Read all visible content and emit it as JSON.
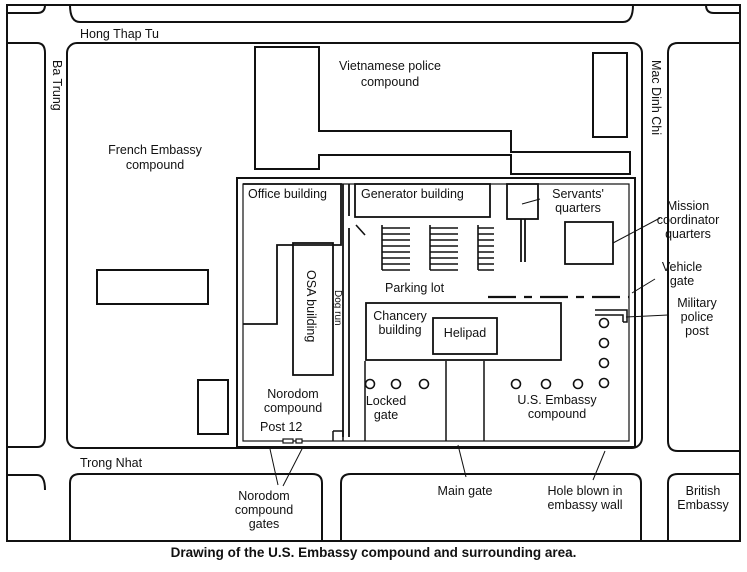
{
  "streets": {
    "north": "Hong Thap Tu",
    "west": "Ba Trung",
    "east": "Mac Dinh Chi",
    "south": "Trong Nhat"
  },
  "buildings": {
    "vietnamese_police": [
      "Vietnamese police",
      "compound"
    ],
    "french_embassy": [
      "French Embassy",
      "compound"
    ],
    "office": "Office building",
    "generator": "Generator building",
    "servants": [
      "Servants'",
      "quarters"
    ],
    "mission": [
      "Mission",
      "coordinator",
      "quarters"
    ],
    "osa": "OSA building",
    "dog_run": "Dog run",
    "parking": "Parking lot",
    "chancery": [
      "Chancery",
      "building"
    ],
    "helipad": "Helipad",
    "vehicle_gate": [
      "Vehicle",
      "gate"
    ],
    "military_post": [
      "Military",
      "police",
      "post"
    ],
    "norodom_compound": [
      "Norodom",
      "compound"
    ],
    "locked_gate": [
      "Locked",
      "gate"
    ],
    "post12": "Post 12",
    "us_embassy": [
      "U.S. Embassy",
      "compound"
    ],
    "norodom_gates": [
      "Norodom",
      "compound",
      "gates"
    ],
    "main_gate": "Main gate",
    "hole": [
      "Hole blown in",
      "embassy wall"
    ],
    "british": [
      "British",
      "Embassy"
    ]
  },
  "caption": "Drawing of the U.S. Embassy compound and surrounding area."
}
